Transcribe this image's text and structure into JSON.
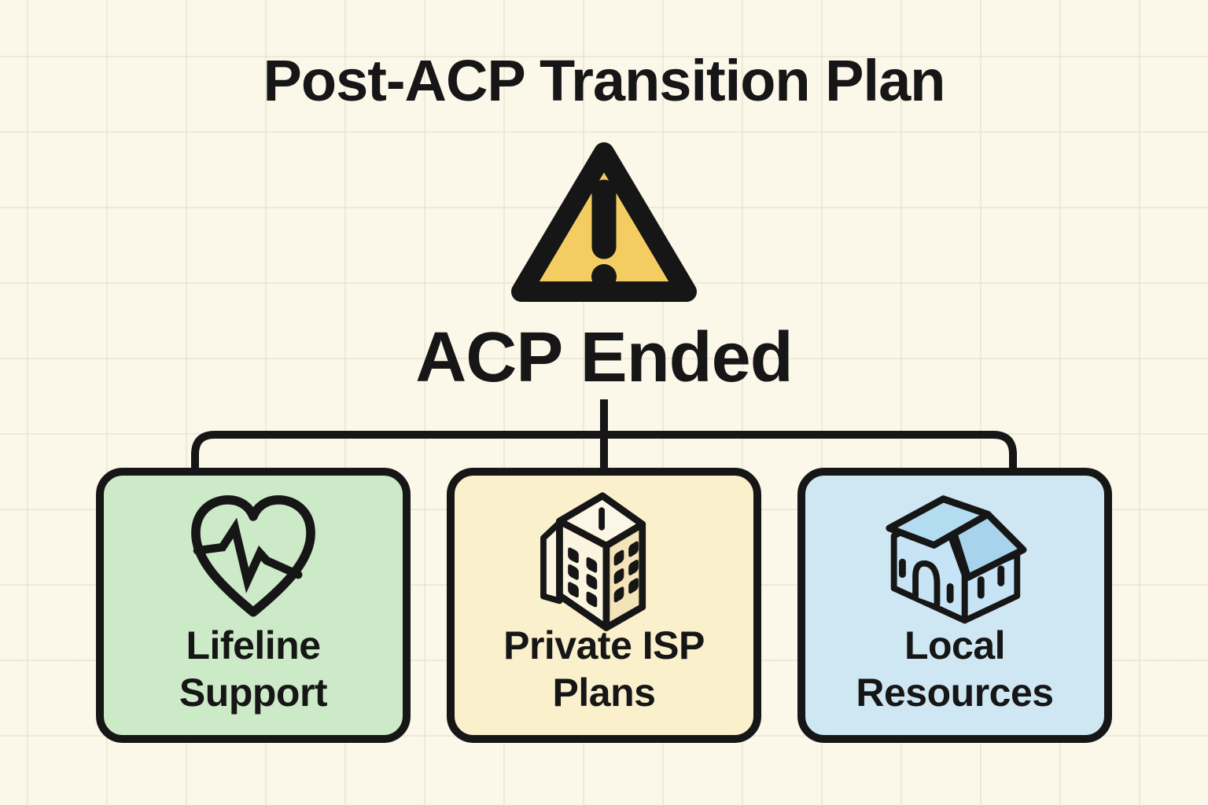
{
  "title": "Post-ACP Transition Plan",
  "root": {
    "label": "ACP Ended",
    "icon": "warning-triangle-icon"
  },
  "branches": [
    {
      "id": "lifeline-support",
      "label": "Lifeline Support",
      "icon": "heart-pulse-icon",
      "bg": "#cdeac8"
    },
    {
      "id": "private-isp-plans",
      "label": "Private ISP Plans",
      "icon": "building-icon",
      "bg": "#faf0cc"
    },
    {
      "id": "local-resources",
      "label": "Local Resources",
      "icon": "house-icon",
      "bg": "#cfe7f3"
    }
  ],
  "colors": {
    "background": "#fbf7e9",
    "ink": "#161616",
    "warning_fill": "#f4cd62",
    "building_front": "#fbf4de",
    "building_side": "#f3e3b8",
    "building_top": "#fcf6e6",
    "house_wall": "#c6e4f5",
    "house_roof_left": "#b4dcf1",
    "house_roof_right": "#a8d3ec"
  }
}
